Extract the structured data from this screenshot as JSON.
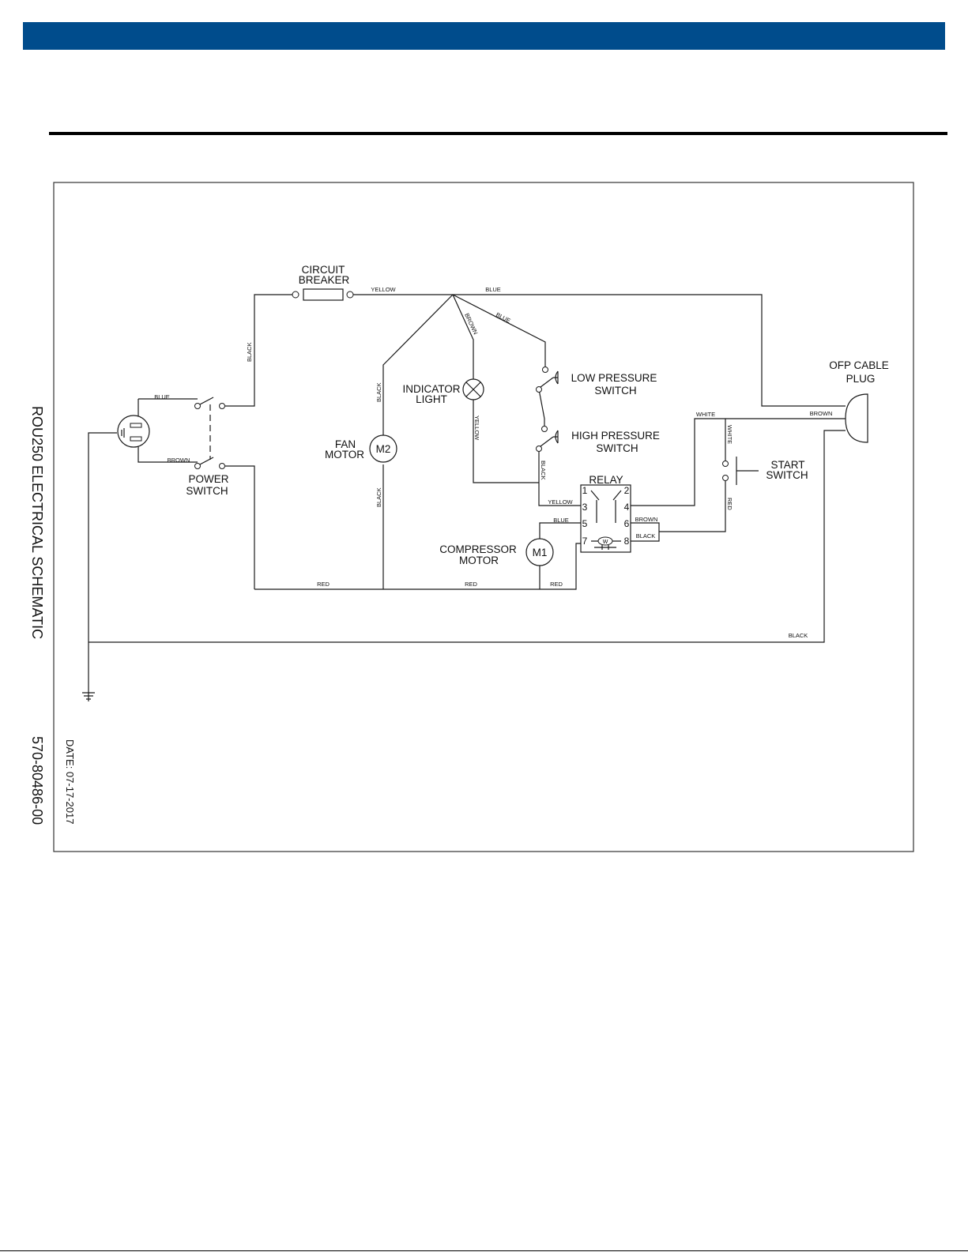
{
  "header": {
    "band_color": "#004C8C"
  },
  "side_text": {
    "title": "ROU250 ELECTRICAL SCHEMATIC",
    "part_number": "570-80486-00",
    "date": "DATE: 07-17-2017"
  },
  "components": {
    "circuit_breaker": [
      "CIRCUIT",
      "BREAKER"
    ],
    "power_switch": [
      "POWER",
      "SWITCH"
    ],
    "fan_motor": [
      "FAN",
      "MOTOR"
    ],
    "fan_motor_symbol": "M2",
    "indicator_light": [
      "INDICATOR",
      "LIGHT"
    ],
    "low_pressure_switch": [
      "LOW PRESSURE",
      "SWITCH"
    ],
    "high_pressure_switch": [
      "HIGH PRESSURE",
      "SWITCH"
    ],
    "relay": "RELAY",
    "relay_pins": [
      "1",
      "2",
      "3",
      "4",
      "5",
      "6",
      "7",
      "8"
    ],
    "compressor_motor": [
      "COMPRESSOR",
      "MOTOR"
    ],
    "compressor_motor_symbol": "M1",
    "ofp_cable_plug": [
      "OFP CABLE",
      "PLUG"
    ],
    "start_switch": [
      "START",
      "SWITCH"
    ]
  },
  "wire_labels": {
    "yellow_breaker": "YELLOW",
    "blue_top": "BLUE",
    "brown_diag": "BROWN",
    "blue_diag": "BLUE",
    "black_left": "BLACK",
    "blue_plug": "BLUE",
    "brown_plug": "BROWN",
    "black_fan_top": "BLACK",
    "black_fan_bottom": "BLACK",
    "yellow_indicator": "YELLOW",
    "black_hps": "BLACK",
    "yellow_relay": "YELLOW",
    "blue_relay5": "BLUE",
    "brown_relay6": "BROWN",
    "black_relay8": "BLACK",
    "white_top": "WHITE",
    "brown_top": "BROWN",
    "white_vert": "WHITE",
    "red_vert": "RED",
    "red_1": "RED",
    "red_2": "RED",
    "red_3": "RED",
    "black_bottom": "BLACK"
  }
}
